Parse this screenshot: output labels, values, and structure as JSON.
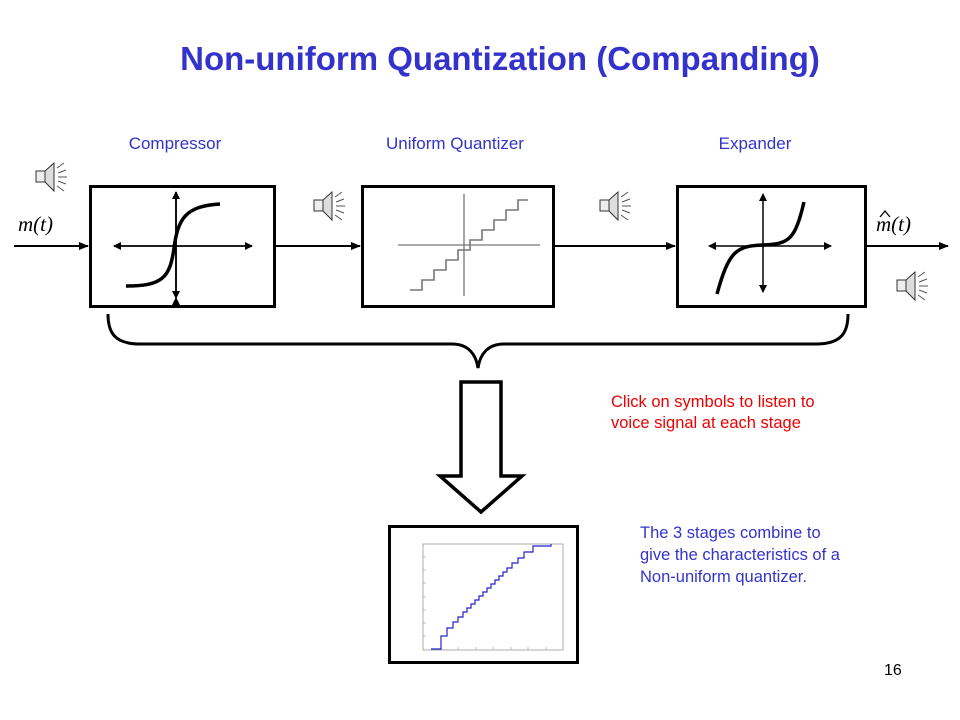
{
  "title": "Non-uniform Quantization (Companding)",
  "stages": {
    "compressor": "Compressor",
    "quantizer": "Uniform Quantizer",
    "expander": "Expander"
  },
  "signals": {
    "input": "m(t)",
    "output": "m(t)"
  },
  "notes": {
    "click_line1": "Click on symbols to listen to",
    "click_line2": "voice signal at each stage",
    "combine_line1": "The 3 stages combine to",
    "combine_line2": "give the characteristics of a",
    "combine_line3": "Non-uniform quantizer."
  },
  "page_number": "16",
  "icons": [
    "speaker-icon"
  ],
  "colors": {
    "title": "#3333cc",
    "note_red": "#ee0000",
    "note_blue": "#3333cc",
    "plot_line": "#2222cc"
  }
}
